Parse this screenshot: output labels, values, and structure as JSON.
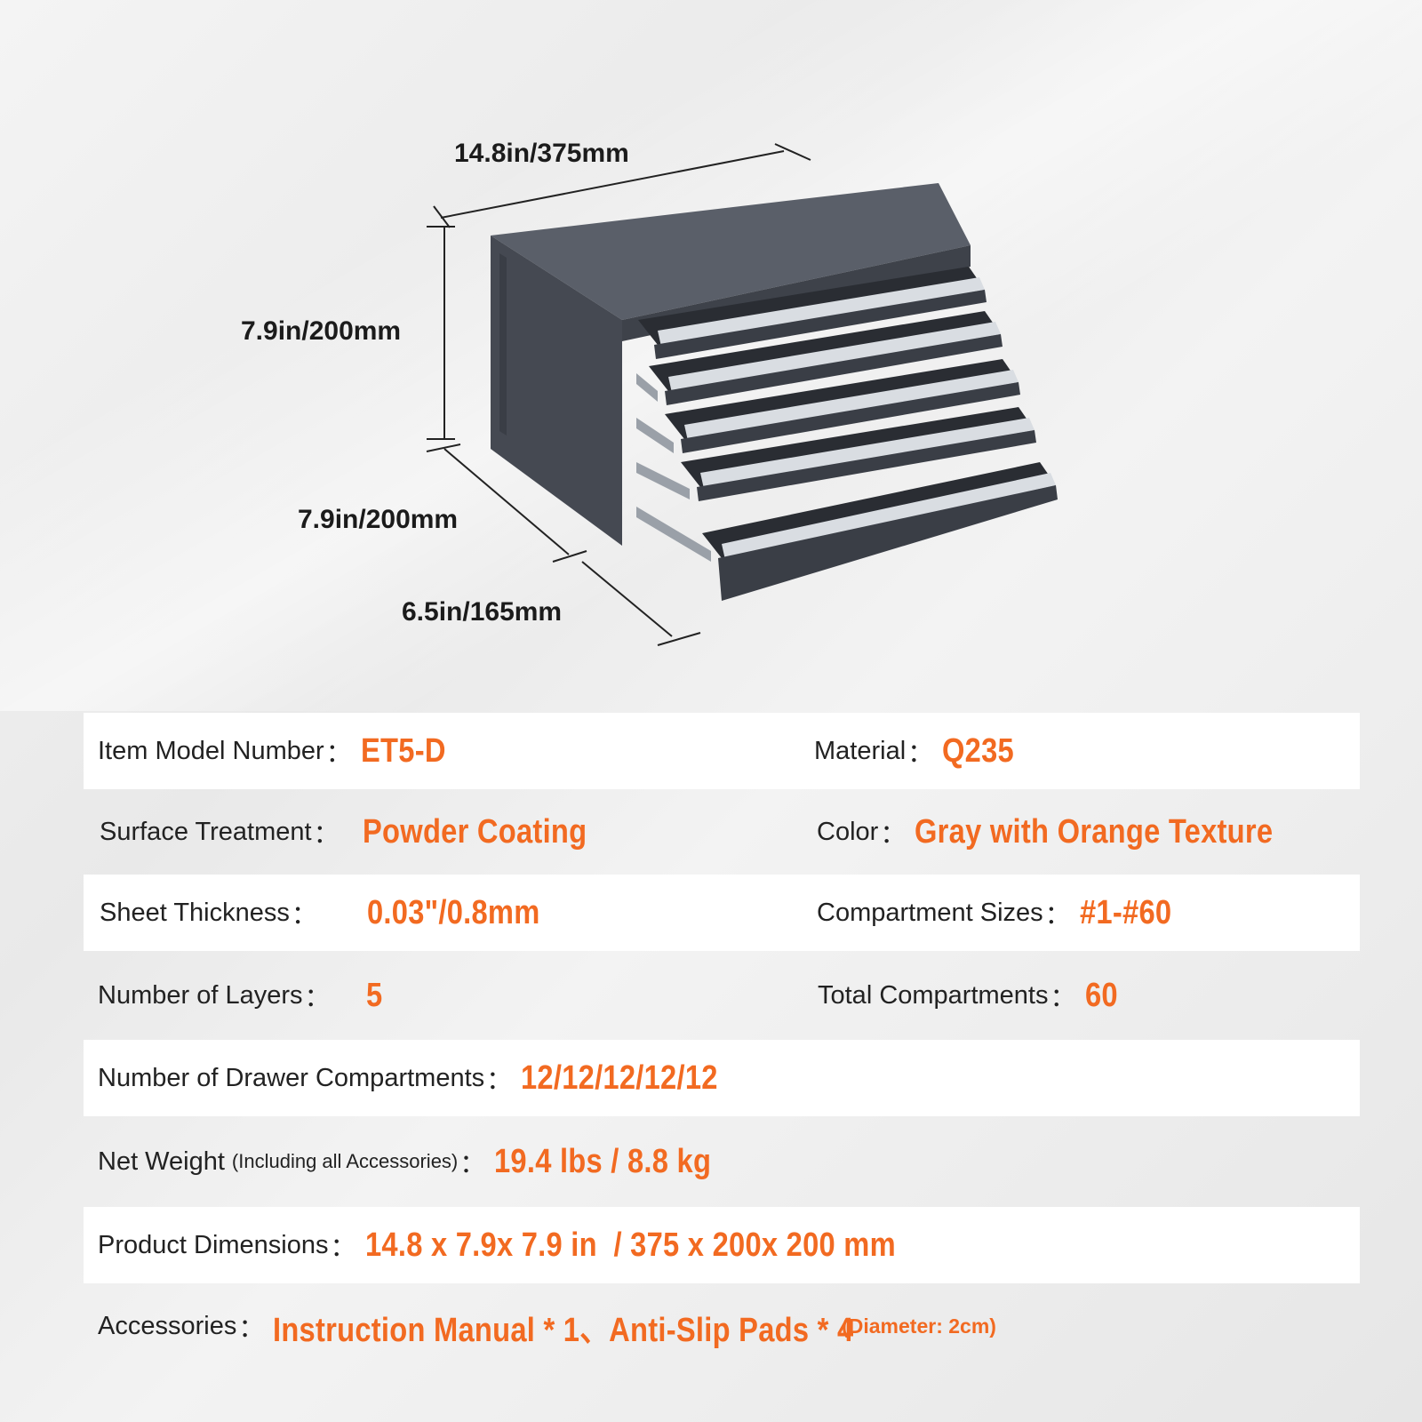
{
  "dimensions": {
    "width": "14.8in/375mm",
    "height": "7.9in/200mm",
    "depth": "7.9in/200mm",
    "drawer_extension": "6.5in/165mm"
  },
  "specs": {
    "model_label": "Item Model Number",
    "model_value": "ET5-D",
    "material_label": "Material",
    "material_value": "Q235",
    "surface_label": "Surface Treatment",
    "surface_value": "Powder Coating",
    "color_label": "Color",
    "color_value": "Gray with Orange Texture",
    "thickness_label": "Sheet Thickness",
    "thickness_value": "0.03\"/0.8mm",
    "compartment_sizes_label": "Compartment Sizes",
    "compartment_sizes_value": "#1-#60",
    "layers_label": "Number of Layers",
    "layers_value": "5",
    "total_compartments_label": "Total Compartments",
    "total_compartments_value": "60",
    "drawer_compartments_label": "Number of Drawer Compartments",
    "drawer_compartments_value": "12/12/12/12/12",
    "weight_label": "Net Weight",
    "weight_note": "(Including all Accessories)",
    "weight_value": "19.4 lbs / 8.8 kg",
    "product_dimensions_label": "Product Dimensions",
    "product_dimensions_value": "14.8 x 7.9x 7.9 in  / 375 x 200x 200 mm",
    "accessories_label": "Accessories",
    "accessories_value": "Instruction Manual * 1、Anti-Slip Pads * 4",
    "accessories_note": "(Diameter: 2cm)",
    "colon": "："
  },
  "colors": {
    "accent": "#f26a21",
    "cabinet": "#4a4e57",
    "row_shade": "#ffffff"
  }
}
